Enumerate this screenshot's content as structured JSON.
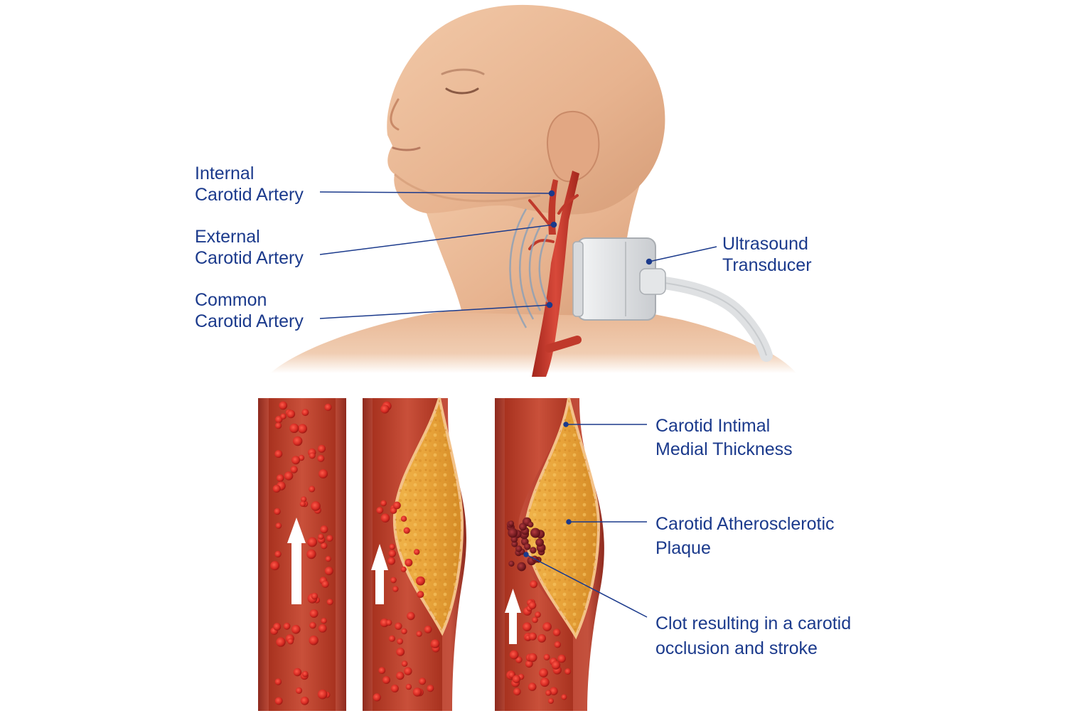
{
  "colors": {
    "label_text": "#1b3a8c",
    "leader_line": "#1b3a8c",
    "skin": "#e9b896",
    "artery": "#c0392b",
    "blood_cell": "#d42a22",
    "plaque": "#e8a33a",
    "clot": "#7a1a1f",
    "transducer": "#e6e8ea"
  },
  "labels": {
    "internal_carotid": {
      "line1": "Internal",
      "line2": "Carotid Artery"
    },
    "external_carotid": {
      "line1": "External",
      "line2": "Carotid Artery"
    },
    "common_carotid": {
      "line1": "Common",
      "line2": "Carotid Artery"
    },
    "ultrasound_transducer": {
      "line1": "Ultrasound",
      "line2": "Transducer"
    },
    "imt": {
      "line1": "Carotid Intimal",
      "line2": "Medial Thickness"
    },
    "plaque": {
      "line1": "Carotid Atherosclerotic",
      "line2": "Plaque"
    },
    "clot": {
      "line1": "Clot resulting in a carotid",
      "line2": "occlusion and stroke"
    }
  },
  "icons": {
    "flow_arrow": "up-arrow-icon",
    "ultrasound_waves": "sound-wave-icon"
  }
}
